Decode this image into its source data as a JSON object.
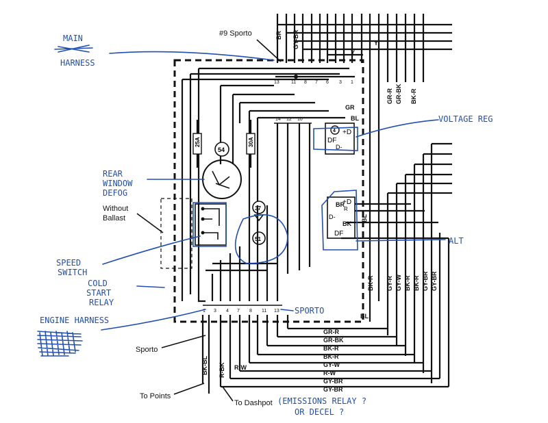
{
  "labels": {
    "sporto_9": "#9 Sporto",
    "without_ballast_1": "Without",
    "without_ballast_2": "Ballast",
    "sporto": "Sporto",
    "to_points": "To Points",
    "to_dashpot": "To Dashpot"
  },
  "annotations": {
    "main_harness_1": "MAIN",
    "main_harness_2": "HARNESS",
    "voltage_reg": "VOLTAGE REG",
    "rear_window_defog_1": "REAR",
    "rear_window_defog_2": "WINDOW",
    "rear_window_defog_3": "DEFOG",
    "speed_switch_1": "SPEED",
    "speed_switch_2": "SWITCH",
    "cold_start_relay_1": "COLD",
    "cold_start_relay_2": "START",
    "cold_start_relay_3": "RELAY",
    "engine_harness": "ENGINE HARNESS",
    "alt": "ALT",
    "sporto_inside": "SPORTO",
    "emissions_1": "(EMISSIONS RELAY ?",
    "emissions_2": "OR DECEL ?"
  },
  "components": {
    "c54": "54",
    "c37": "37",
    "c51": "51",
    "c4": "4",
    "fuse_25a": "25A",
    "fuse_30a": "30A",
    "reg_plus_d": "+D",
    "reg_df": "DF",
    "reg_d": "D-",
    "alt_plus_d": "+D",
    "alt_df": "DF",
    "alt_d": "D-",
    "alt_r": "R"
  },
  "wire_colors_top": [
    "BR",
    "GY-BR",
    "Y",
    "Y",
    "GR-R",
    "GR-BK",
    "BK-R"
  ],
  "wire_labels_mid": [
    "GR",
    "BL",
    "BR",
    "BK",
    "BL",
    "BL"
  ],
  "wire_colors_right": [
    "BK-R",
    "GY-R",
    "GY-W",
    "BK-R",
    "BK-R",
    "GY-BR",
    "GY-BR"
  ],
  "wire_colors_bottom": [
    "GR-R",
    "GR-BK",
    "BK-R",
    "BK-R",
    "GY-W",
    "R-W",
    "GY-BR",
    "GY-BR"
  ],
  "wire_colors_vertical": [
    "BK-BL",
    "R-BK",
    "R-W"
  ],
  "terminals_top": [
    "13",
    "11",
    "8",
    "7",
    "6",
    "3",
    "1"
  ],
  "terminals_row2": [
    "14",
    "12",
    "10"
  ],
  "terminals_bottom": [
    "1",
    "3",
    "4",
    "7",
    "8",
    "11",
    "13"
  ]
}
